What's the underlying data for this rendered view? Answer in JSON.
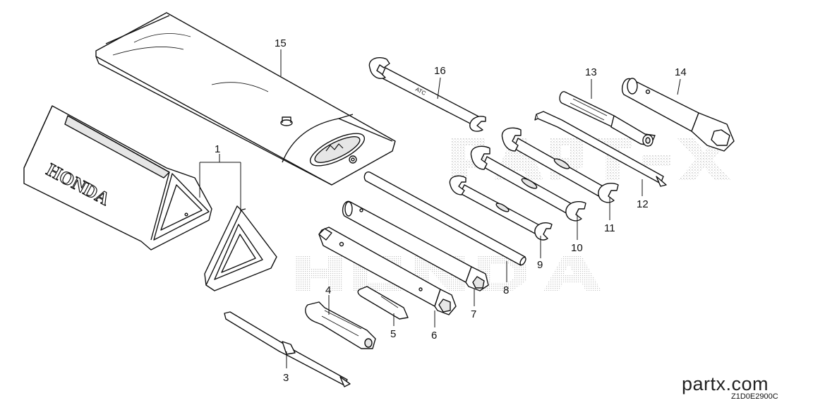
{
  "diagram": {
    "part_labels": [
      "1",
      "3",
      "4",
      "5",
      "6",
      "7",
      "8",
      "9",
      "10",
      "11",
      "12",
      "13",
      "14",
      "15",
      "16"
    ],
    "brand_on_case": "HONDA",
    "wrench_stamp": "ATC",
    "watermark_text": "HONDA",
    "watermark_site": "partx.com",
    "diagram_code": "Z1D0E2900C"
  },
  "colors": {
    "ink": "#111111",
    "fill_shade": "#e6e6e6",
    "watermark": "#cfcfcf"
  }
}
